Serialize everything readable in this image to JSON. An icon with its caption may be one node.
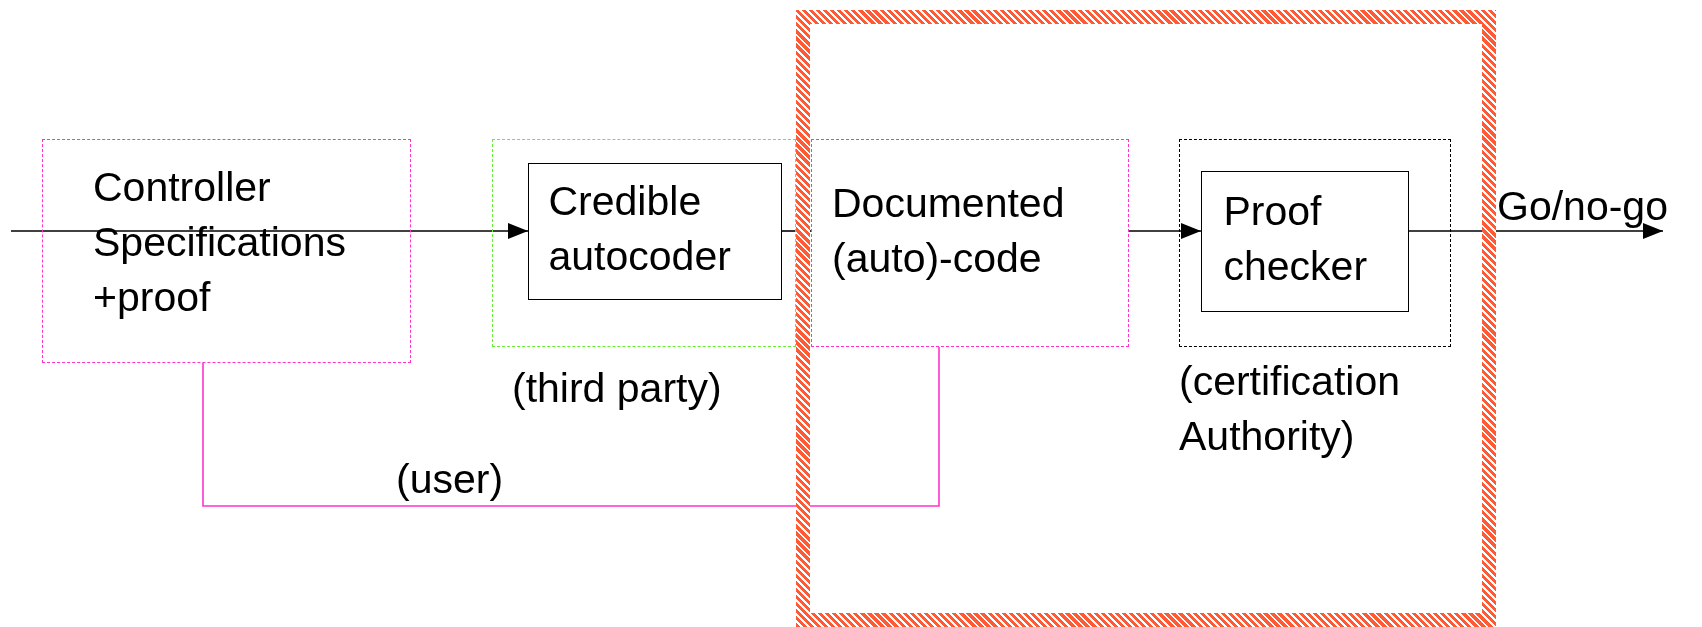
{
  "diagram": {
    "nodes": [
      {
        "text": [
          "Controller Specifications +proof"
        ]
      },
      {
        "text": [],
        "shape": "box",
        "beside": [
          "(third party)"
        ]
      },
      {
        "text": [
          "Credible autocoder"
        ],
        "in": 1
      },
      {
        "text": [],
        "shape": "box"
      },
      {
        "text": [
          "Documented (auto)-code"
        ],
        "in": 3
      },
      {
        "text": [],
        "shape": "box",
        "in": 3,
        "beside": [
          "(certification Authority)"
        ]
      },
      {
        "text": [
          "Proof checker"
        ],
        "in": 5
      }
    ],
    "edges": [
      {
        "from": null,
        "to": 2,
        "arrow": "to"
      },
      {
        "from": 2,
        "to": 4,
        "arrow": "none"
      },
      {
        "from": 4,
        "to": 6,
        "arrow": "to"
      },
      {
        "from": 6,
        "to": null,
        "arrow": "to",
        "label": "Go/no-go"
      },
      {
        "from": 0,
        "to": 4,
        "arrow": "none",
        "color": "#ff33cc",
        "label": "(user)"
      }
    ]
  }
}
